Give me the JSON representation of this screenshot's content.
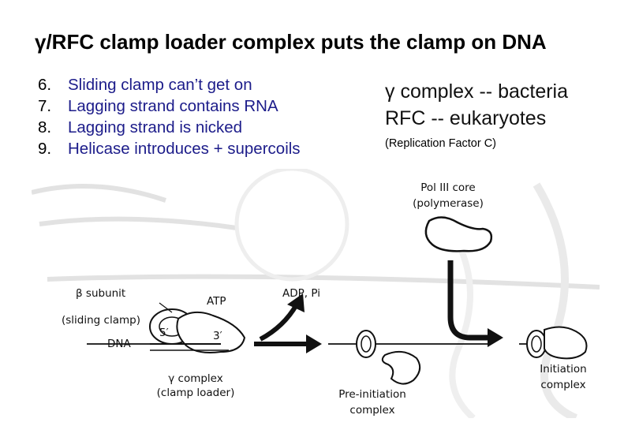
{
  "slide": {
    "title": "γ/RFC clamp loader complex puts the clamp on DNA",
    "items": [
      {
        "num": "6.",
        "text": "Sliding clamp can’t get on"
      },
      {
        "num": "7.",
        "text": "Lagging strand contains RNA"
      },
      {
        "num": "8.",
        "text": "Lagging strand is nicked"
      },
      {
        "num": "9.",
        "text": "Helicase introduces + supercoils"
      }
    ],
    "notes": {
      "line1": "γ complex -- bacteria",
      "line2": "RFC -- eukaryotes",
      "line3": "(Replication Factor C)"
    }
  },
  "figure": {
    "labels": {
      "pol_core": "Pol III core",
      "polymerase": "(polymerase)",
      "beta_subunit": "β subunit",
      "atp": "ATP",
      "adp_pi": "ADP, Pi",
      "sliding_clamp": "(sliding clamp)",
      "five_prime": "5′",
      "three_prime": "3′",
      "dna": "DNA",
      "gamma_complex": "γ complex",
      "clamp_loader": "(clamp loader)",
      "pre_initiation_1": "Pre-initiation",
      "pre_initiation_2": "complex",
      "initiation_1": "Initiation",
      "initiation_2": "complex"
    }
  }
}
